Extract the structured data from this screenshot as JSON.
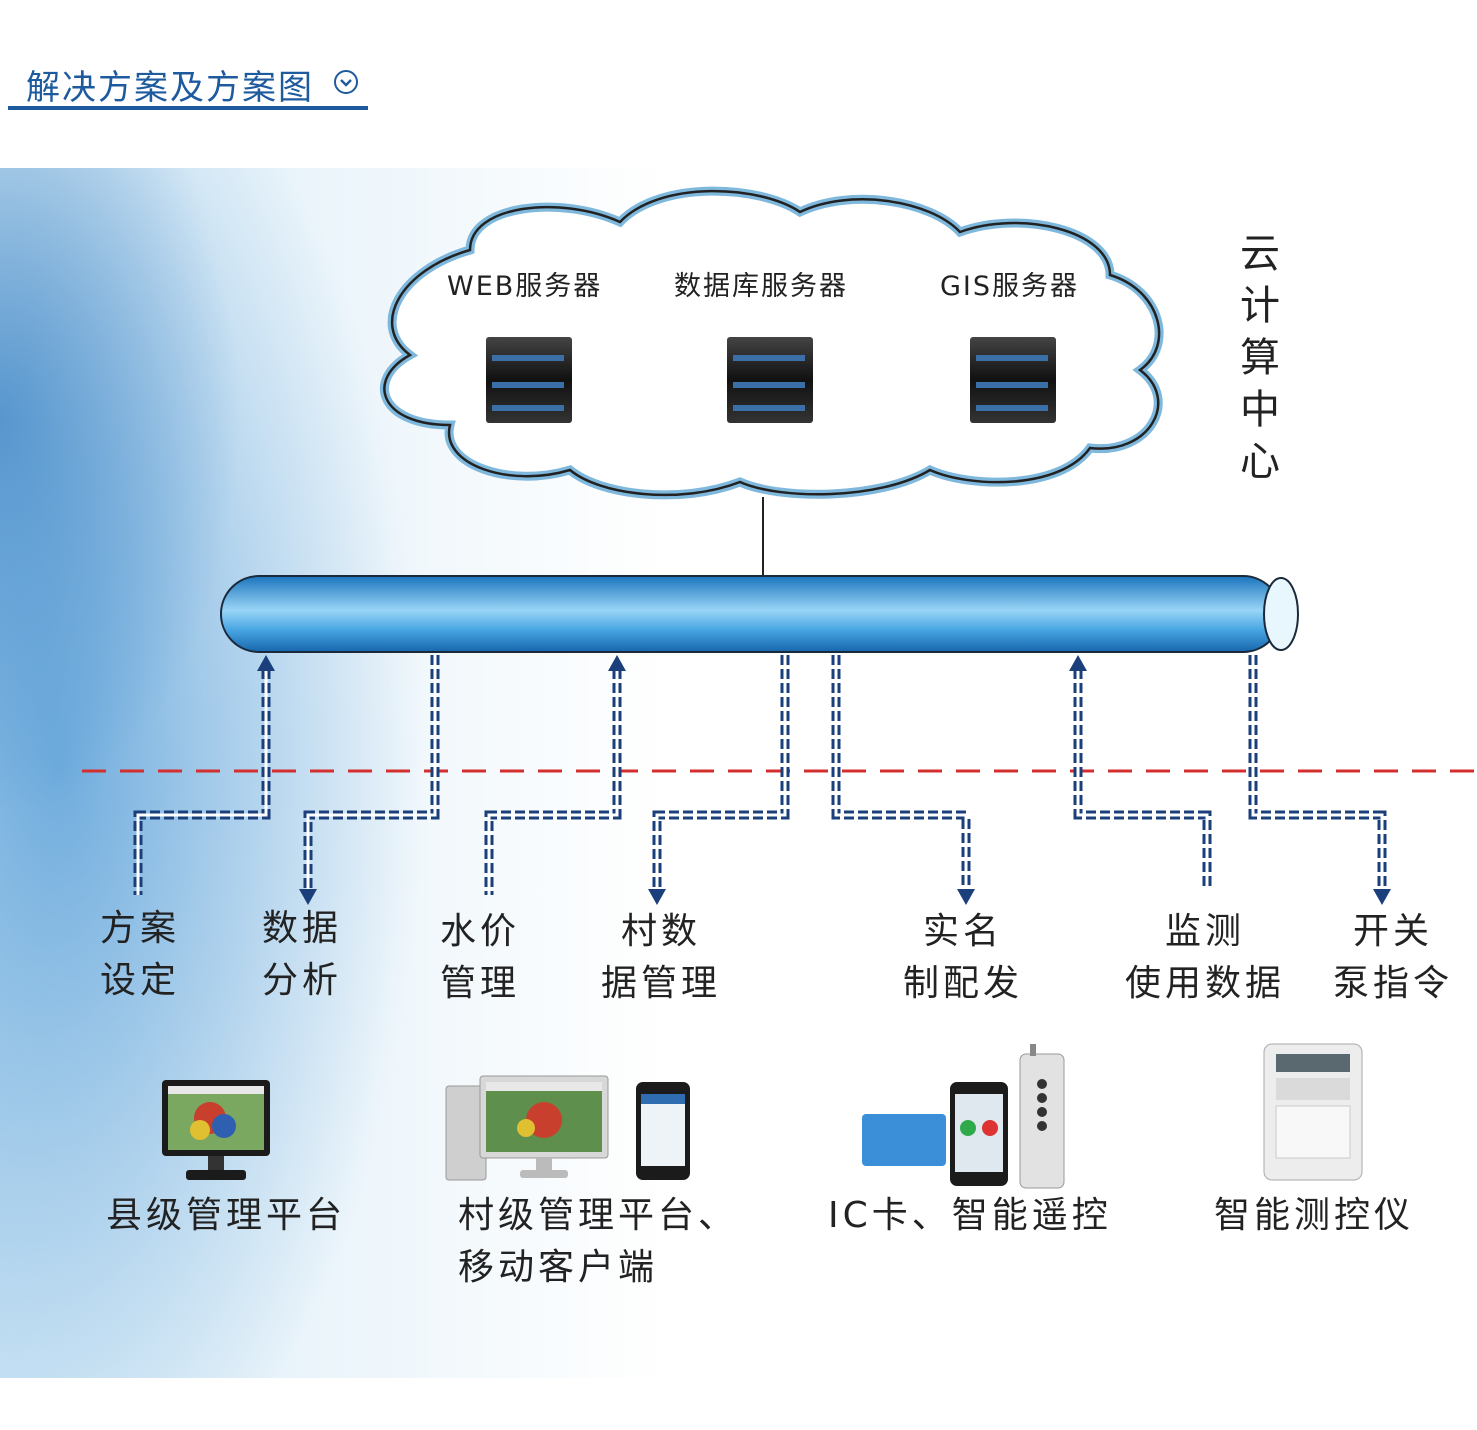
{
  "header": {
    "title": "解决方案及方案图",
    "icon": "chevron-down-circle-icon",
    "color": "#1d5a9e"
  },
  "cloud": {
    "title_vertical": [
      "云",
      "计",
      "算",
      "中",
      "心"
    ],
    "servers": [
      {
        "label": "WEB服务器",
        "icon": "server-rack-icon"
      },
      {
        "label": "数据库服务器",
        "icon": "server-rack-icon"
      },
      {
        "label": "GIS服务器",
        "icon": "server-rack-icon"
      }
    ]
  },
  "flows": [
    {
      "line1": "方案",
      "line2": "设定",
      "direction": "up"
    },
    {
      "line1": "数据",
      "line2": "分析",
      "direction": "down"
    },
    {
      "line1": "水价",
      "line2": "管理",
      "direction": "up"
    },
    {
      "line1": "村数",
      "line2": "据管理",
      "direction": "down"
    },
    {
      "line1": "实名",
      "line2": "制配发",
      "direction": "down"
    },
    {
      "line1": "监测",
      "line2": "使用数据",
      "direction": "up"
    },
    {
      "line1": "开关",
      "line2": "泵指令",
      "direction": "down"
    }
  ],
  "devices": [
    {
      "line1": "县级管理平台",
      "line2": "",
      "icon": "monitor-icon"
    },
    {
      "line1": "村级管理平台、",
      "line2": "移动客户端",
      "icon": "desktop-phone-icon"
    },
    {
      "line1": "IC卡、智能遥控",
      "line2": "",
      "icon": "card-remote-icon"
    },
    {
      "line1": "智能测控仪",
      "line2": "",
      "icon": "meter-icon"
    }
  ],
  "colors": {
    "arrow": "#1a3f7a",
    "dash": "#d32f2f",
    "pipe": "#2a8fd0"
  }
}
